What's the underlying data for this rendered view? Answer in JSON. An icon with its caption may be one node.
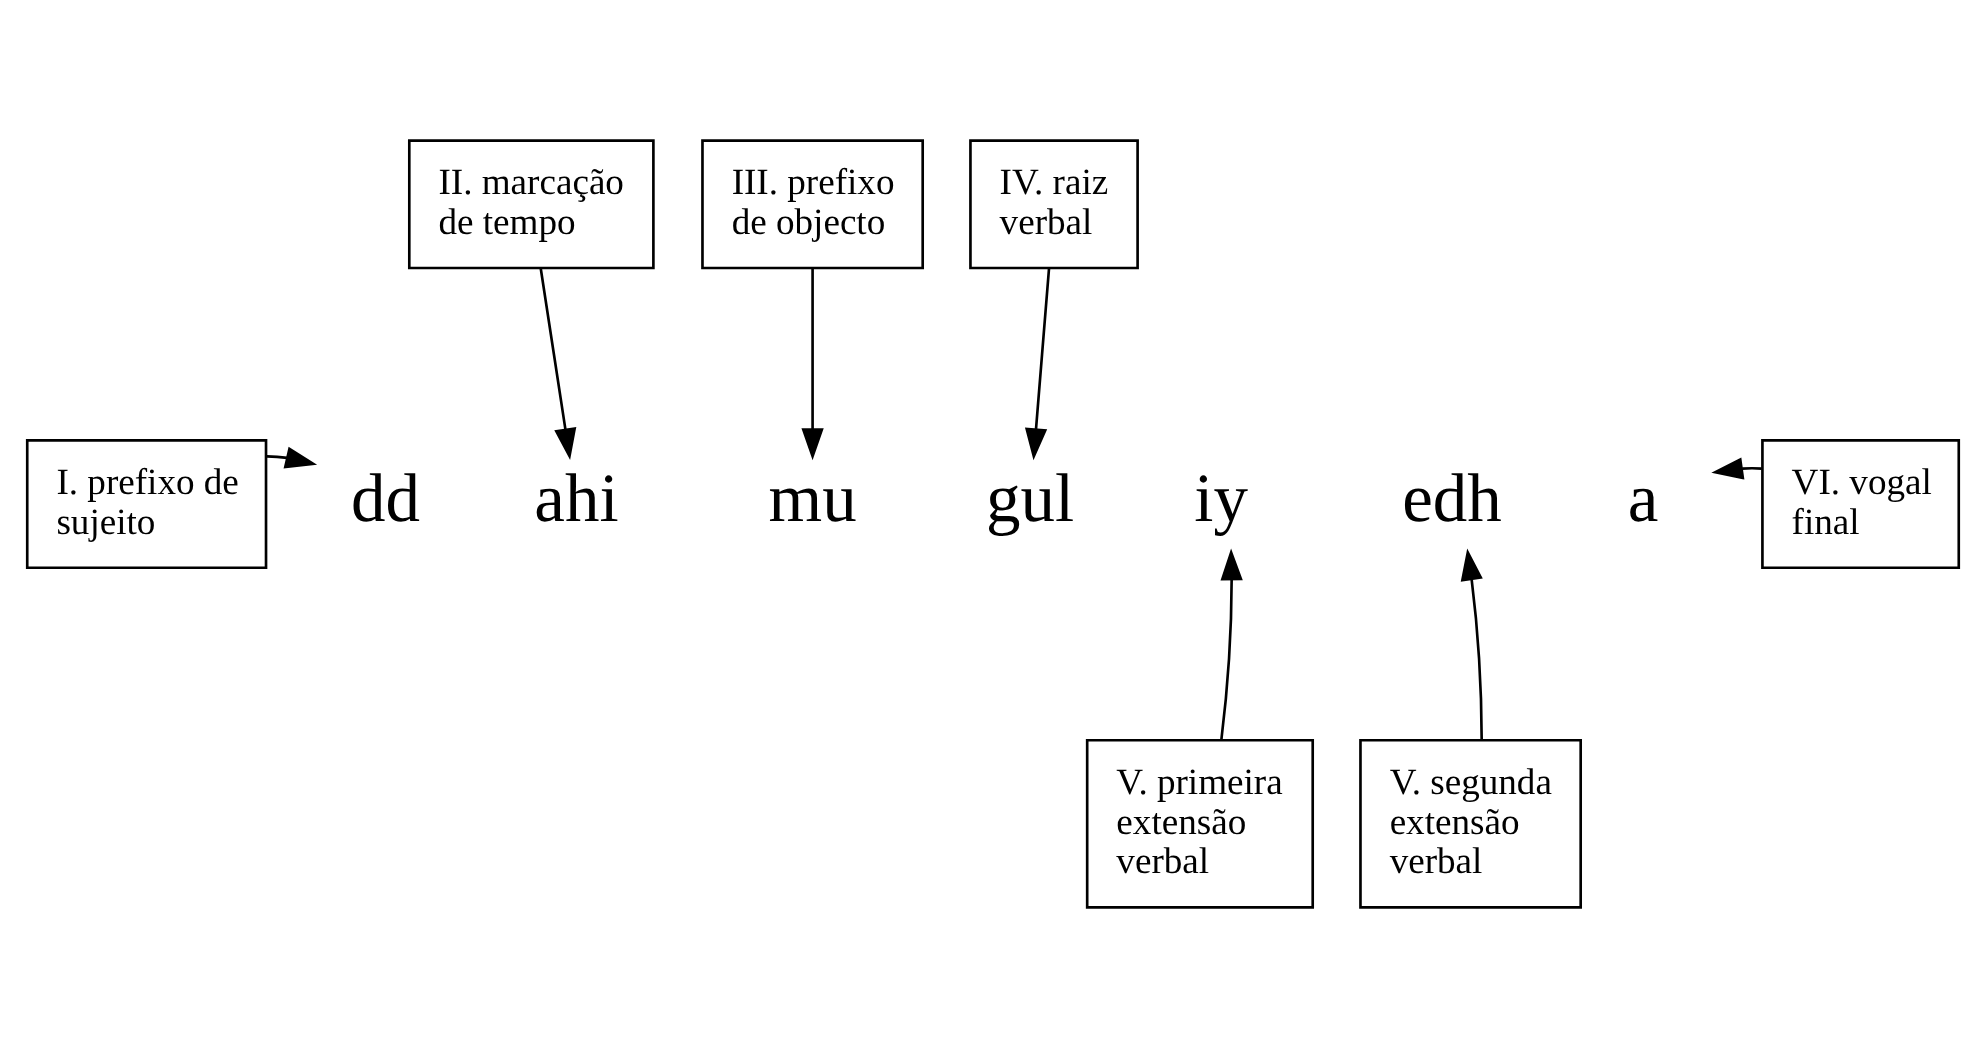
{
  "diagram": {
    "nodes": [
      {
        "text": [
          "II. marcação de tempo"
        ]
      },
      {
        "text": [
          "III. prefixo de objecto"
        ]
      },
      {
        "text": [
          "IV. raiz verbal"
        ]
      },
      {
        "text": [
          "I. prefixo de sujeito"
        ]
      },
      {
        "text": [
          "dd"
        ]
      },
      {
        "text": [
          "ahi"
        ]
      },
      {
        "text": [
          "mu"
        ]
      },
      {
        "text": [
          "gul"
        ]
      },
      {
        "text": [
          "iy"
        ]
      },
      {
        "text": [
          "edh"
        ]
      },
      {
        "text": [
          "a"
        ]
      },
      {
        "text": [
          "VI. vogal final"
        ]
      },
      {
        "text": [
          "V. primeira extensão verbal"
        ]
      },
      {
        "text": [
          "V. segunda extensão verbal"
        ]
      }
    ],
    "edges": [
      {
        "from": 3,
        "to": 4,
        "arrow": "to"
      },
      {
        "from": 0,
        "to": 5,
        "arrow": "to"
      },
      {
        "from": 1,
        "to": 6,
        "arrow": "to"
      },
      {
        "from": 2,
        "to": 7,
        "arrow": "to"
      },
      {
        "from": 12,
        "to": 8,
        "arrow": "to"
      },
      {
        "from": 13,
        "to": 9,
        "arrow": "to"
      },
      {
        "from": 11,
        "to": 10,
        "arrow": "to"
      }
    ]
  }
}
